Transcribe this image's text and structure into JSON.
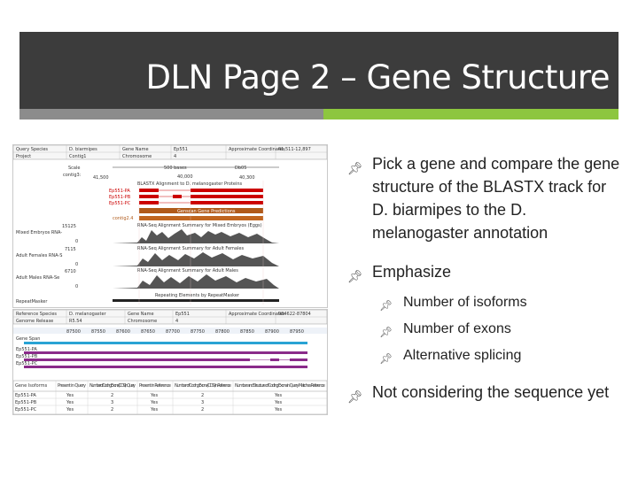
{
  "slide": {
    "title": "DLN Page 2 – Gene Structure",
    "colors": {
      "title_bg": "#3c3c3c",
      "accent_left": "#8c8c8c",
      "accent_right": "#8dc63f"
    }
  },
  "bullets": [
    {
      "icon": "pin-bullet-icon",
      "text": "Pick a gene and compare the gene structure of the BLASTX track for D. biarmipes to the D. melanogaster annotation"
    },
    {
      "icon": "pin-bullet-icon",
      "text": "Emphasize",
      "sub": [
        {
          "icon": "pin-bullet-icon",
          "text": "Number of isoforms"
        },
        {
          "icon": "pin-bullet-icon",
          "text": "Number of exons"
        },
        {
          "icon": "pin-bullet-icon",
          "text": "Alternative splicing"
        }
      ]
    },
    {
      "icon": "pin-bullet-icon",
      "text": "Not considering the sequence yet"
    }
  ],
  "figure_top": {
    "header": {
      "query_species_label": "Query Species",
      "query_species": "D. biarmipes",
      "project_label": "Project",
      "project": "Contig1",
      "gene_name_label": "Gene Name",
      "gene_name": "Ep551",
      "chromosome_label": "Chromosome",
      "chromosome": "4",
      "approx_label": "Approximate Coordinates",
      "approx": "41,511-12,897"
    },
    "scale_label": "Scale",
    "contig_label": "contig3:",
    "bases_label": "500 bases",
    "db_label": "Db05",
    "left_coord": "41,500",
    "mid_coord": "40,000",
    "right_coord": "40,300",
    "blastx_title": "BLASTX Alignment to D. melanogaster Proteins",
    "isoforms": [
      "Ep551-PA",
      "Ep551-PB",
      "Ep551-PC"
    ],
    "gene_pred_title": "Genscan Gene Predictions",
    "gene_pred_item": "contig2.4",
    "rnaseq": [
      {
        "title": "RNA-Seq Alignment Summary for Mixed Embryos (Eggs)",
        "track": "Mixed Embryos RNA-",
        "max": "15125"
      },
      {
        "title": "RNA-Seq Alignment Summary for Adult Females",
        "track": "Adult Females RNA-S",
        "max": "7115"
      },
      {
        "title": "RNA-Seq Alignment Summary for Adult Males",
        "track": "Adult Males RNA-Se",
        "max": "6710"
      }
    ],
    "repeat_title": "Repeating Elements by RepeatMasker",
    "repeat_track": "RepeatMasker"
  },
  "figure_bottom": {
    "header": {
      "ref_species_label": "Reference Species",
      "ref_species": "D. melanogaster",
      "genome_release_label": "Genome Release",
      "genome_release": "R5.54",
      "gene_name_label": "Gene Name",
      "gene_name": "Ep551",
      "chromosome_label": "Chromosome",
      "chromosome": "4",
      "approx_label": "Approximate Coordinates",
      "approx": "984622-87804"
    },
    "ruler": [
      "87500",
      "87550",
      "87600",
      "87650",
      "87700",
      "87750",
      "87800",
      "87850",
      "87900",
      "87950"
    ],
    "tracks": [
      "Gene Span",
      "Ep551-PA",
      "Ep551-PB",
      "Ep551-PC"
    ],
    "table": {
      "columns": [
        "Gene Isoforms",
        "Present in Query",
        "Number of Coding Exons (CDS) in Query",
        "Present in Reference",
        "Number of Coding Exons (CDS) in Reference",
        "Number and Structure of Coding Exons in Query Matches Reference"
      ],
      "rows": [
        [
          "Ep551-PA",
          "Yes",
          "2",
          "Yes",
          "2",
          "Yes"
        ],
        [
          "Ep551-PB",
          "Yes",
          "3",
          "Yes",
          "3",
          "Yes"
        ],
        [
          "Ep551-PC",
          "Yes",
          "2",
          "Yes",
          "2",
          "Yes"
        ]
      ]
    }
  }
}
